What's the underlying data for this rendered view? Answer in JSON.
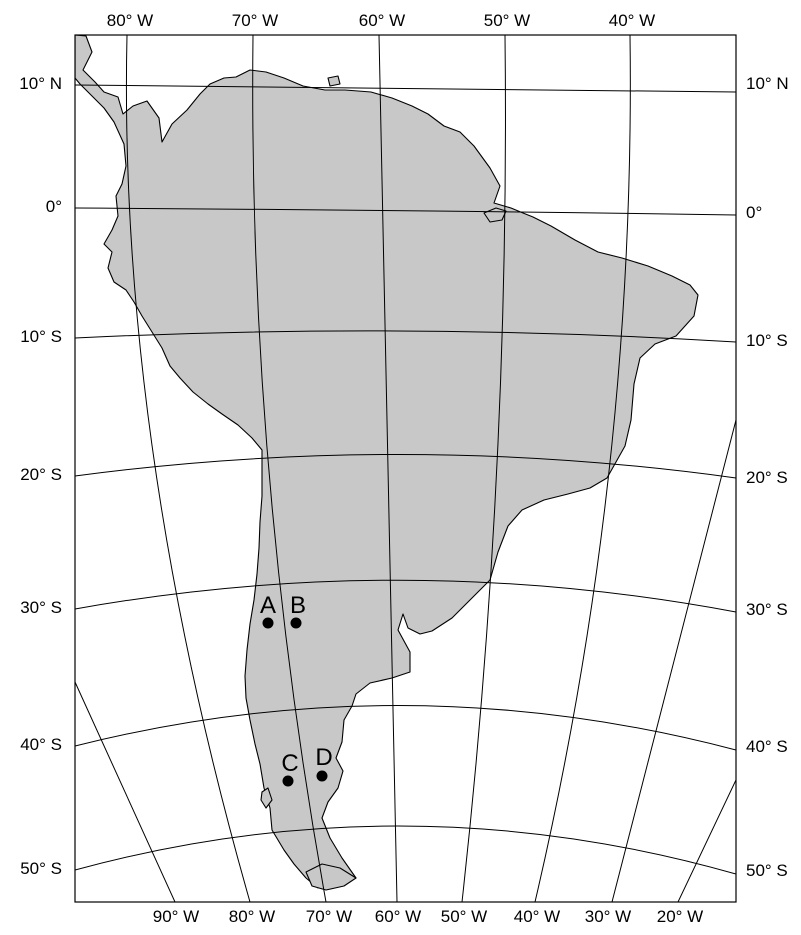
{
  "map": {
    "top_longitude_labels": [
      "80° W",
      "70° W",
      "60° W",
      "50° W",
      "40° W"
    ],
    "bottom_longitude_labels": [
      "90° W",
      "80° W",
      "70° W",
      "60° W",
      "50° W",
      "40° W",
      "30° W",
      "20° W"
    ],
    "left_latitude_labels": [
      "10° N",
      "0°",
      "10° S",
      "20° S",
      "30° S",
      "40° S",
      "50° S"
    ],
    "right_latitude_labels": [
      "10° N",
      "0°",
      "10° S",
      "20° S",
      "30° S",
      "40° S",
      "50° S"
    ],
    "points": [
      {
        "label": "A"
      },
      {
        "label": "B"
      },
      {
        "label": "C"
      },
      {
        "label": "D"
      }
    ],
    "colors": {
      "land": "#c8c8c8",
      "ocean": "#ffffff",
      "lines": "#000000"
    }
  }
}
